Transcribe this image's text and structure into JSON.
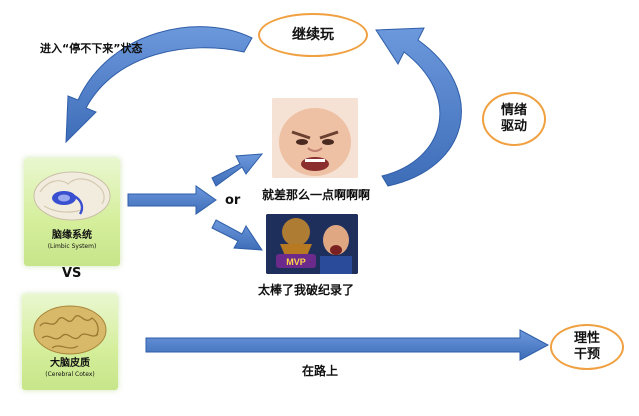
{
  "top_oval": "继续玩",
  "emotion_oval": [
    "情绪",
    "驱动"
  ],
  "reason_oval": [
    "理性",
    "干预"
  ],
  "enter_state_text": "进入“停不下来”状态",
  "limbic": {
    "name": "脑缘系统",
    "latin": "(Limbic System)"
  },
  "vs_text": "VS",
  "cortex": {
    "name": "大脑皮质",
    "latin": "(Cerebral Cotex)"
  },
  "or_text": "or",
  "outcome_near_miss": "就差那么一点啊啊啊",
  "outcome_record": "太棒了我破纪录了",
  "mvp_badge": "MVP",
  "on_road_text": "在路上",
  "colors": {
    "arrow": "#4a7bc8",
    "oval_border": "#f0a040",
    "card_green": "#d4ee9a"
  }
}
